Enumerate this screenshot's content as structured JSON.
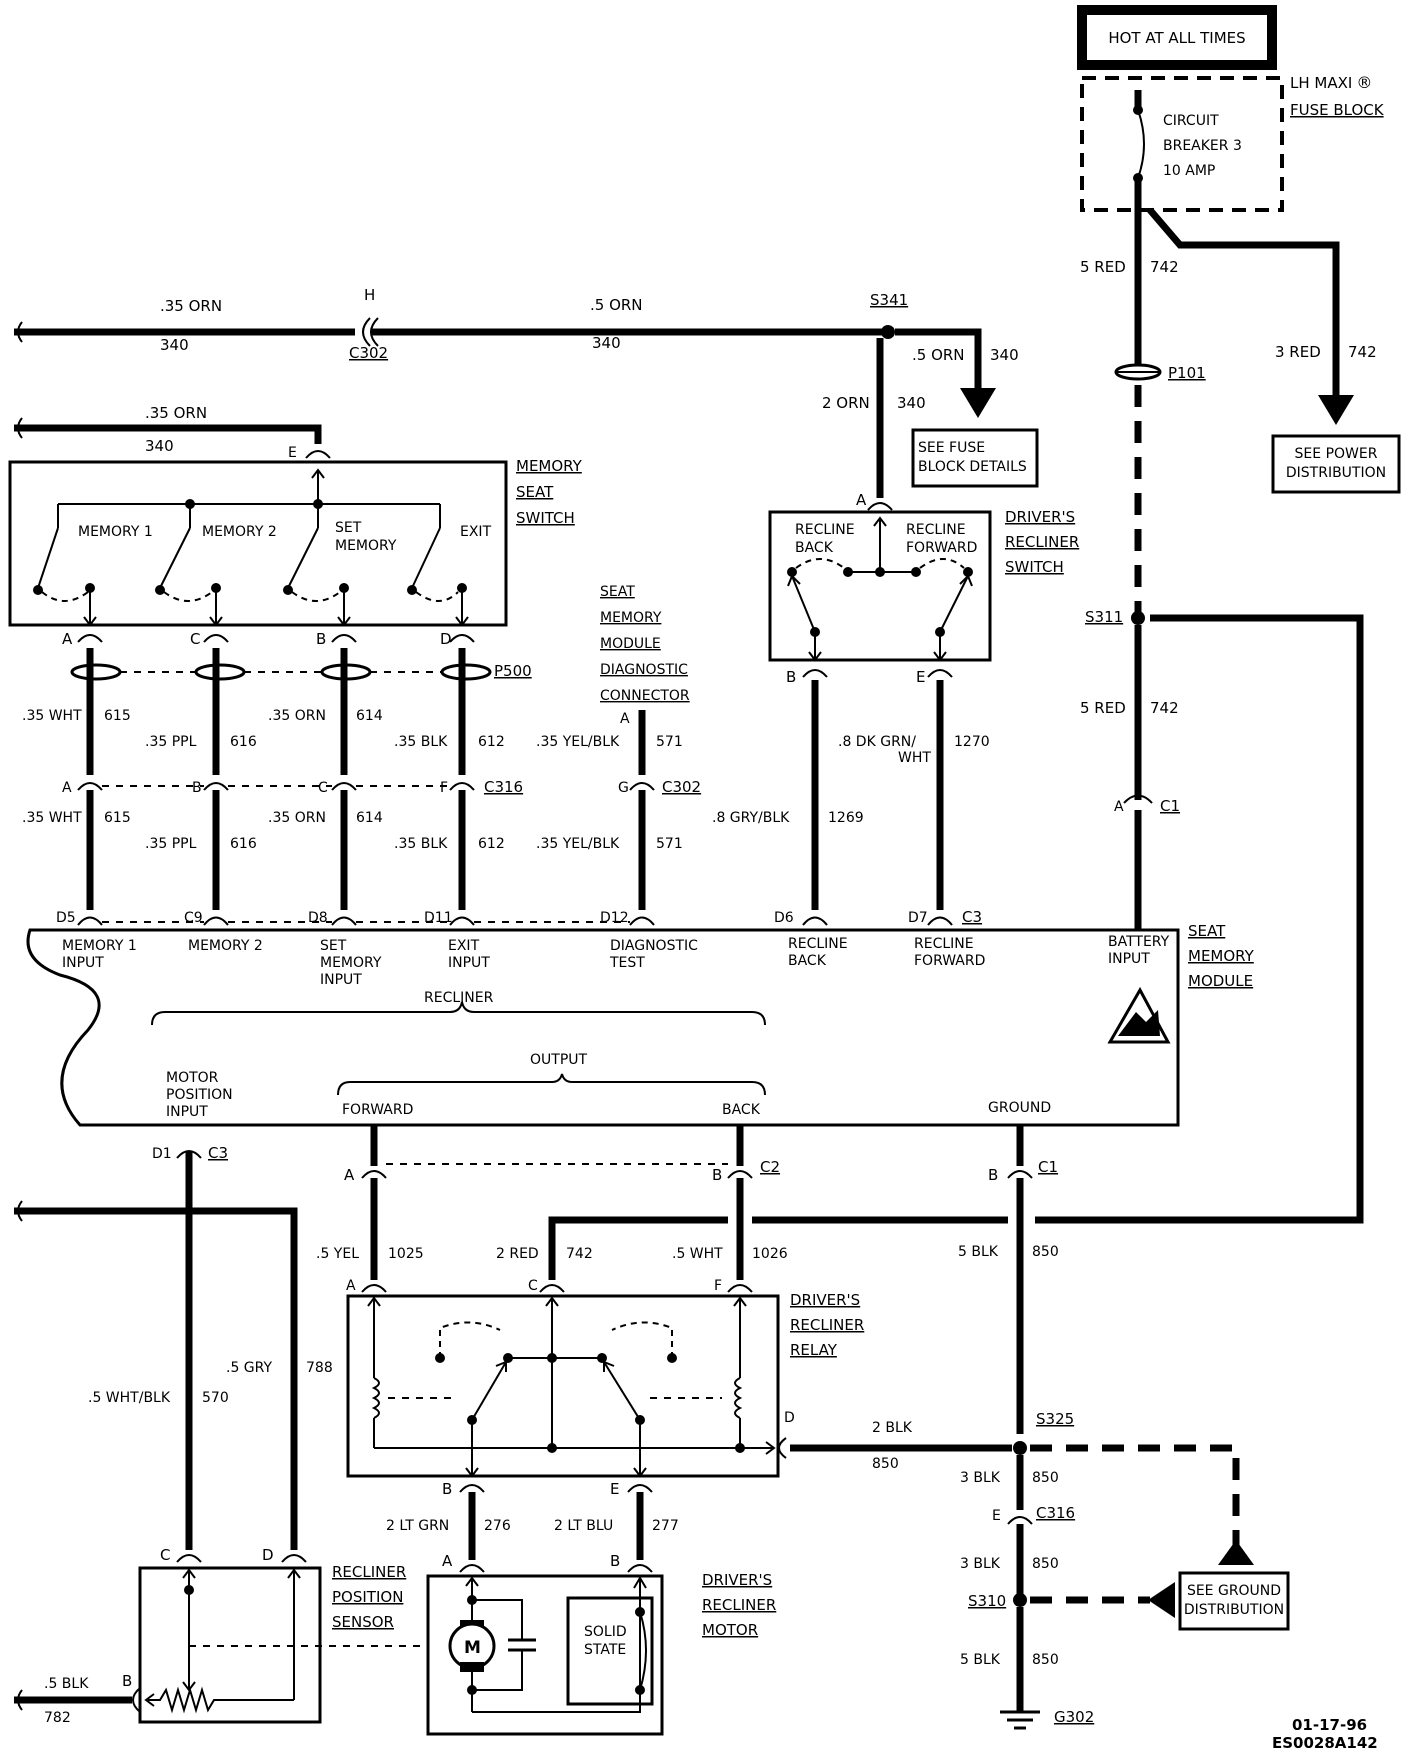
{
  "hot_at_all_times": "HOT AT ALL TIMES",
  "fuse_block": {
    "name_line1": "LH MAXI",
    "reg": "®",
    "name_line2": "FUSE BLOCK",
    "cb_line1": "CIRCUIT",
    "cb_line2": "BREAKER 3",
    "cb_line3": "10 AMP"
  },
  "wires": {
    "w_5red_742_top": [
      "5 RED",
      "742"
    ],
    "w_3red_742": [
      "3 RED",
      "742"
    ],
    "w_035orn_340_top": [
      ".35 ORN",
      "340"
    ],
    "w_05orn_340_mid": [
      ".5 ORN",
      "340"
    ],
    "w_05orn_340_s341": [
      ".5 ORN",
      "340"
    ],
    "w_2orn_340": [
      "2 ORN",
      "340"
    ],
    "w_035orn_340_mem": [
      ".35 ORN",
      "340"
    ],
    "w_5red_742_mid": [
      "5 RED",
      "742"
    ],
    "w_035wht_615_a": [
      ".35 WHT",
      "615"
    ],
    "w_035ppl_616_a": [
      ".35 PPL",
      "616"
    ],
    "w_035orn_614_a": [
      ".35 ORN",
      "614"
    ],
    "w_035blk_612_a": [
      ".35 BLK",
      "612"
    ],
    "w_035yelblk_571_a": [
      ".35 YEL/BLK",
      "571"
    ],
    "w_035wht_615_b": [
      ".35 WHT",
      "615"
    ],
    "w_035ppl_616_b": [
      ".35 PPL",
      "616"
    ],
    "w_035orn_614_b": [
      ".35 ORN",
      "614"
    ],
    "w_035blk_612_b": [
      ".35 BLK",
      "612"
    ],
    "w_035yelblk_571_b": [
      ".35 YEL/BLK",
      "571"
    ],
    "w_08dkgrnwht_1270": [
      ".8 DK GRN/",
      "WHT",
      "1270"
    ],
    "w_08gryblk_1269": [
      ".8 GRY/BLK",
      "1269"
    ],
    "w_05yel_1025": [
      ".5 YEL",
      "1025"
    ],
    "w_2red_742": [
      "2 RED",
      "742"
    ],
    "w_05wht_1026": [
      ".5 WHT",
      "1026"
    ],
    "w_5blk_850_top": [
      "5 BLK",
      "850"
    ],
    "w_05whtblk_570": [
      ".5 WHT/BLK",
      "570"
    ],
    "w_05gry_788": [
      ".5 GRY",
      "788"
    ],
    "w_2blk_850": [
      "2 BLK",
      "850"
    ],
    "w_3blk_850_a": [
      "3 BLK",
      "850"
    ],
    "w_3blk_850_b": [
      "3 BLK",
      "850"
    ],
    "w_5blk_850_bot": [
      "5 BLK",
      "850"
    ],
    "w_2ltgrn_276": [
      "2 LT GRN",
      "276"
    ],
    "w_2ltblu_277": [
      "2 LT BLU",
      "277"
    ],
    "w_05blk_782": [
      ".5 BLK",
      "782"
    ]
  },
  "connectors": {
    "h": "H",
    "c302_top": "C302",
    "s341": "S341",
    "p101": "P101",
    "s311": "S311",
    "e_mem": "E",
    "a_rec": "A",
    "p500": "P500",
    "p500_a": "A",
    "p500_c": "C",
    "p500_b": "B",
    "p500_d": "D",
    "c316_a": "A",
    "c316_b": "B",
    "c316_c": "C",
    "c316_f": "F",
    "c316": "C316",
    "c302_a": "A",
    "c302_g": "G",
    "c302": "C302",
    "rec_b": "B",
    "rec_e": "E",
    "c1_a": "A",
    "c1": "C1",
    "d5": "D5",
    "c9": "C9",
    "d8": "D8",
    "d11": "D11",
    "d12": "D12",
    "d6": "D6",
    "d7": "D7",
    "c3_top": "C3",
    "d1": "D1",
    "c3_bot": "C3",
    "c2_a": "A",
    "c2_b": "B",
    "c2": "C2",
    "c1b_b": "B",
    "c1b": "C1",
    "relay_a": "A",
    "relay_c": "C",
    "relay_f": "F",
    "relay_d": "D",
    "relay_b": "B",
    "relay_e": "E",
    "s325": "S325",
    "c316b_e": "E",
    "c316b": "C316",
    "s310": "S310",
    "g302": "G302",
    "motor_a": "A",
    "motor_b": "B",
    "sensor_c": "C",
    "sensor_d": "D",
    "sensor_b": "B"
  },
  "components": {
    "see_fuse_block": [
      "SEE FUSE",
      "BLOCK DETAILS"
    ],
    "see_power": [
      "SEE POWER",
      "DISTRIBUTION"
    ],
    "see_ground": [
      "SEE GROUND",
      "DISTRIBUTION"
    ],
    "memory_seat_switch": [
      "MEMORY",
      "SEAT",
      "SWITCH"
    ],
    "sw_memory1": "MEMORY 1",
    "sw_memory2": "MEMORY 2",
    "sw_set_memory": [
      "SET",
      "MEMORY"
    ],
    "sw_exit": "EXIT",
    "drivers_recliner_switch": [
      "DRIVER'S",
      "RECLINER",
      "SWITCH"
    ],
    "rs_recline_back": [
      "RECLINE",
      "BACK"
    ],
    "rs_recline_forward": [
      "RECLINE",
      "FORWARD"
    ],
    "diag_connector": [
      "SEAT",
      "MEMORY",
      "MODULE",
      "DIAGNOSTIC",
      "CONNECTOR"
    ],
    "seat_memory_module": [
      "SEAT",
      "MEMORY",
      "MODULE"
    ],
    "mod_memory1_input": [
      "MEMORY 1",
      "INPUT"
    ],
    "mod_memory2": "MEMORY 2",
    "mod_set_memory_input": [
      "SET",
      "MEMORY",
      "INPUT"
    ],
    "mod_exit_input": [
      "EXIT",
      "INPUT"
    ],
    "mod_diagnostic_test": [
      "DIAGNOSTIC",
      "TEST"
    ],
    "mod_recline_back": [
      "RECLINE",
      "BACK"
    ],
    "mod_recline_forward": [
      "RECLINE",
      "FORWARD"
    ],
    "mod_battery_input": [
      "BATTERY",
      "INPUT"
    ],
    "mod_recliner": "RECLINER",
    "mod_output": "OUTPUT",
    "mod_motor_position_input": [
      "MOTOR",
      "POSITION",
      "INPUT"
    ],
    "mod_forward": "FORWARD",
    "mod_back": "BACK",
    "mod_ground": "GROUND",
    "drivers_recliner_relay": [
      "DRIVER'S",
      "RECLINER",
      "RELAY"
    ],
    "recliner_position_sensor": [
      "RECLINER",
      "POSITION",
      "SENSOR"
    ],
    "drivers_recliner_motor": [
      "DRIVER'S",
      "RECLINER",
      "MOTOR"
    ],
    "motor_m": "M",
    "solid_state": [
      "SOLID",
      "STATE"
    ]
  },
  "footer": {
    "date": "01-17-96",
    "code": "ES0028A142"
  }
}
